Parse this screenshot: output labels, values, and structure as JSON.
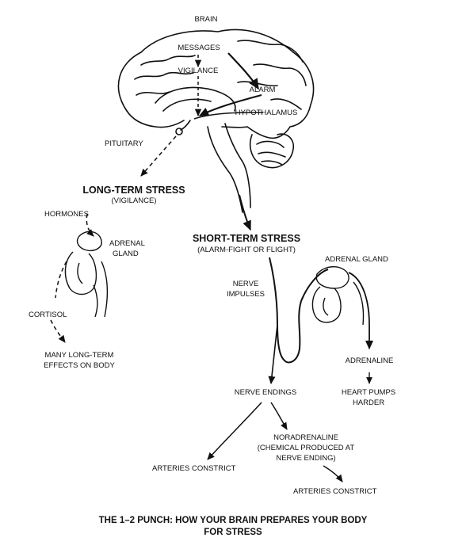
{
  "labels": {
    "brain": "BRAIN",
    "messages": "MESSAGES",
    "vigilance": "VIGILANCE",
    "alarm": "ALARM",
    "hypothalamus": "HYPOTHALAMUS",
    "pituitary": "PITUITARY",
    "long_term_stress": "LONG-TERM STRESS",
    "long_term_sub": "(VIGILANCE)",
    "hormones": "HORMONES",
    "adrenal_gland_left_1": "ADRENAL",
    "adrenal_gland_left_2": "GLAND",
    "cortisol": "CORTISOL",
    "long_term_effects_1": "MANY LONG-TERM",
    "long_term_effects_2": "EFFECTS ON BODY",
    "short_term_stress": "SHORT-TERM STRESS",
    "short_term_sub": "(ALARM-FIGHT OR FLIGHT)",
    "adrenal_gland_right": "ADRENAL GLAND",
    "nerve_impulses_1": "NERVE",
    "nerve_impulses_2": "IMPULSES",
    "adrenaline": "ADRENALINE",
    "heart_pumps_1": "HEART PUMPS",
    "heart_pumps_2": "HARDER",
    "nerve_endings": "NERVE ENDINGS",
    "noradrenaline_1": "NORADRENALINE",
    "noradrenaline_2": "(CHEMICAL PRODUCED AT",
    "noradrenaline_3": "NERVE ENDING)",
    "arteries_constrict_left": "ARTERIES CONSTRICT",
    "arteries_constrict_right": "ARTERIES CONSTRICT"
  },
  "caption": {
    "line1": "THE 1–2 PUNCH: HOW YOUR BRAIN PREPARES YOUR BODY",
    "line2": "FOR STRESS"
  }
}
